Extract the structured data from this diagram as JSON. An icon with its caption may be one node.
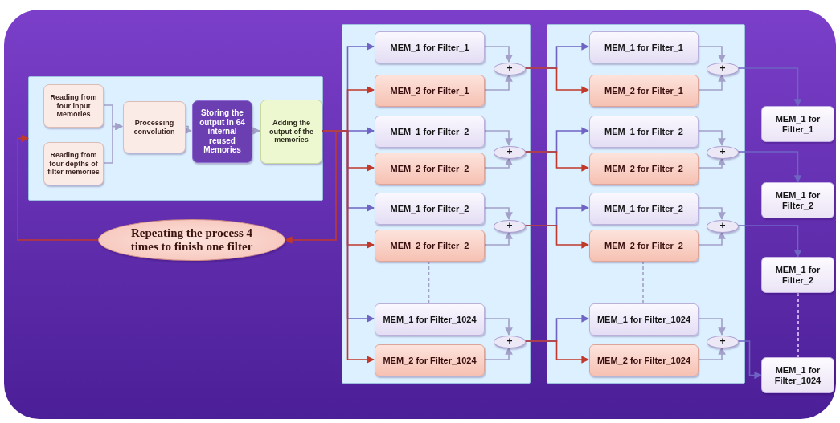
{
  "diagram": {
    "nodes": [
      {
        "text": [],
        "shape": "box"
      },
      {
        "text": [
          "Reading from four input Memories"
        ],
        "in": 0
      },
      {
        "text": [
          "Reading from four depths of filter memories"
        ],
        "in": 0
      },
      {
        "text": [
          "Processing convolution"
        ],
        "in": 0
      },
      {
        "text": [
          "Storing the output in 64 internal reused Memories"
        ],
        "in": 0
      },
      {
        "text": [
          "Adding the output of the memories"
        ],
        "in": 0
      },
      {
        "text": [
          "Repeating the process 4 times to finish one filter"
        ]
      },
      {
        "text": [],
        "shape": "box"
      },
      {
        "text": [
          "MEM_1 for Filter_1"
        ],
        "in": 7
      },
      {
        "text": [
          "MEM_2 for Filter_1"
        ],
        "in": 7
      },
      {
        "text": [
          "MEM_1 for Filter_2"
        ],
        "in": 7
      },
      {
        "text": [
          "MEM_2 for Filter_2"
        ],
        "in": 7
      },
      {
        "text": [
          "MEM_1 for Filter_2"
        ],
        "in": 7
      },
      {
        "text": [
          "MEM_2 for Filter_2"
        ],
        "in": 7
      },
      {
        "text": [
          "MEM_1 for Filter_1024"
        ],
        "in": 7
      },
      {
        "text": [
          "MEM_2 for Filter_1024"
        ],
        "in": 7
      },
      {
        "text": [
          "+"
        ],
        "in": 7
      },
      {
        "text": [
          "+"
        ],
        "in": 7
      },
      {
        "text": [
          "+"
        ],
        "in": 7
      },
      {
        "text": [
          "+"
        ],
        "in": 7
      },
      {
        "text": [],
        "shape": "box"
      },
      {
        "text": [
          "MEM_1 for Filter_1"
        ],
        "in": 20
      },
      {
        "text": [
          "MEM_2 for Filter_1"
        ],
        "in": 20
      },
      {
        "text": [
          "MEM_1 for Filter_2"
        ],
        "in": 20
      },
      {
        "text": [
          "MEM_2 for Filter_2"
        ],
        "in": 20
      },
      {
        "text": [
          "MEM_1 for Filter_2"
        ],
        "in": 20
      },
      {
        "text": [
          "MEM_2 for Filter_2"
        ],
        "in": 20
      },
      {
        "text": [
          "MEM_1 for Filter_1024"
        ],
        "in": 20
      },
      {
        "text": [
          "MEM_2 for Filter_1024"
        ],
        "in": 20
      },
      {
        "text": [
          "+"
        ],
        "in": 20
      },
      {
        "text": [
          "+"
        ],
        "in": 20
      },
      {
        "text": [
          "+"
        ],
        "in": 20
      },
      {
        "text": [
          "+"
        ],
        "in": 20
      },
      {
        "text": [
          "MEM_1 for Filter_1"
        ]
      },
      {
        "text": [
          "MEM_1 for Filter_2"
        ]
      },
      {
        "text": [
          "MEM_1 for Filter_2"
        ]
      },
      {
        "text": [
          "MEM_1 for Filter_1024"
        ]
      }
    ],
    "edges": [
      {
        "from": 1,
        "to": 3,
        "arrow": "to"
      },
      {
        "from": 2,
        "to": 3,
        "arrow": "to"
      },
      {
        "from": 3,
        "to": 4,
        "arrow": "to"
      },
      {
        "from": 4,
        "to": 5,
        "arrow": "to"
      },
      {
        "from": 5,
        "to": 6,
        "arrow": "to",
        "color": "#c0392b"
      },
      {
        "from": 6,
        "to": 0,
        "arrow": "to",
        "color": "#c0392b"
      },
      {
        "from": 5,
        "to": 8,
        "arrow": "to",
        "color": "#6f63c4"
      },
      {
        "from": 5,
        "to": 9,
        "arrow": "to",
        "color": "#c0392b"
      },
      {
        "from": 5,
        "to": 10,
        "arrow": "to",
        "color": "#6f63c4"
      },
      {
        "from": 5,
        "to": 11,
        "arrow": "to",
        "color": "#c0392b"
      },
      {
        "from": 5,
        "to": 12,
        "arrow": "to",
        "color": "#6f63c4"
      },
      {
        "from": 5,
        "to": 13,
        "arrow": "to",
        "color": "#c0392b"
      },
      {
        "from": 5,
        "to": 14,
        "arrow": "to",
        "color": "#6f63c4"
      },
      {
        "from": 5,
        "to": 15,
        "arrow": "to",
        "color": "#c0392b"
      },
      {
        "from": 13,
        "to": 14,
        "arrow": "none",
        "style": "dashed"
      },
      {
        "from": 8,
        "to": 16,
        "arrow": "to"
      },
      {
        "from": 9,
        "to": 16,
        "arrow": "to"
      },
      {
        "from": 10,
        "to": 17,
        "arrow": "to"
      },
      {
        "from": 11,
        "to": 17,
        "arrow": "to"
      },
      {
        "from": 12,
        "to": 18,
        "arrow": "to"
      },
      {
        "from": 13,
        "to": 18,
        "arrow": "to"
      },
      {
        "from": 14,
        "to": 19,
        "arrow": "to"
      },
      {
        "from": 15,
        "to": 19,
        "arrow": "to"
      },
      {
        "from": 16,
        "to": 21,
        "arrow": "to",
        "color": "#6f63c4"
      },
      {
        "from": 16,
        "to": 22,
        "arrow": "to",
        "color": "#c0392b"
      },
      {
        "from": 17,
        "to": 23,
        "arrow": "to",
        "color": "#6f63c4"
      },
      {
        "from": 17,
        "to": 24,
        "arrow": "to",
        "color": "#c0392b"
      },
      {
        "from": 18,
        "to": 25,
        "arrow": "to",
        "color": "#6f63c4"
      },
      {
        "from": 18,
        "to": 26,
        "arrow": "to",
        "color": "#c0392b"
      },
      {
        "from": 19,
        "to": 27,
        "arrow": "to",
        "color": "#6f63c4"
      },
      {
        "from": 19,
        "to": 28,
        "arrow": "to",
        "color": "#c0392b"
      },
      {
        "from": 26,
        "to": 27,
        "arrow": "none",
        "style": "dashed"
      },
      {
        "from": 21,
        "to": 29,
        "arrow": "to"
      },
      {
        "from": 22,
        "to": 29,
        "arrow": "to"
      },
      {
        "from": 23,
        "to": 30,
        "arrow": "to"
      },
      {
        "from": 24,
        "to": 30,
        "arrow": "to"
      },
      {
        "from": 25,
        "to": 31,
        "arrow": "to"
      },
      {
        "from": 26,
        "to": 31,
        "arrow": "to"
      },
      {
        "from": 27,
        "to": 32,
        "arrow": "to"
      },
      {
        "from": 28,
        "to": 32,
        "arrow": "to"
      },
      {
        "from": 29,
        "to": 33,
        "arrow": "to",
        "color": "#6f63c4"
      },
      {
        "from": 30,
        "to": 34,
        "arrow": "to",
        "color": "#6f63c4"
      },
      {
        "from": 31,
        "to": 35,
        "arrow": "to",
        "color": "#6f63c4"
      },
      {
        "from": 32,
        "to": 36,
        "arrow": "to",
        "color": "#6f63c4"
      },
      {
        "from": 35,
        "to": 36,
        "arrow": "none",
        "style": "dashed",
        "color": "#c9a8f0"
      }
    ]
  }
}
